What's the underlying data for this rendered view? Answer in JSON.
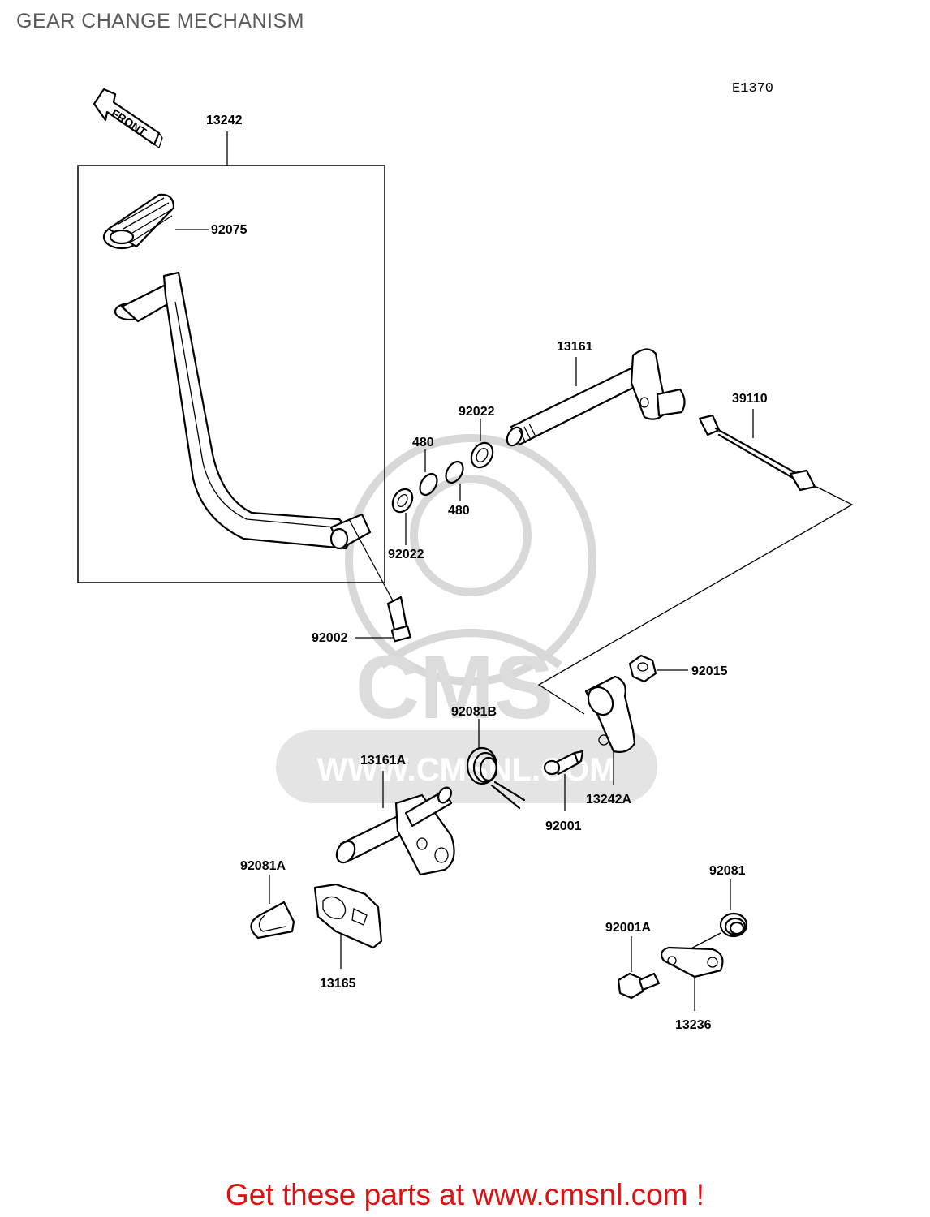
{
  "title": "GEAR CHANGE MECHANISM",
  "diagram_code": "E1370",
  "front_marker": "FRONT",
  "watermark": {
    "logo_text": "CMS",
    "url_text": "WWW.CMSNL.COM"
  },
  "parts": [
    {
      "id": "13242",
      "label": "13242"
    },
    {
      "id": "92075",
      "label": "92075"
    },
    {
      "id": "13161",
      "label": "13161"
    },
    {
      "id": "92022a",
      "label": "92022"
    },
    {
      "id": "480a",
      "label": "480"
    },
    {
      "id": "480b",
      "label": "480"
    },
    {
      "id": "92022b",
      "label": "92022"
    },
    {
      "id": "39110",
      "label": "39110"
    },
    {
      "id": "92002",
      "label": "92002"
    },
    {
      "id": "92015",
      "label": "92015"
    },
    {
      "id": "92081B",
      "label": "92081B"
    },
    {
      "id": "13161A",
      "label": "13161A"
    },
    {
      "id": "13242A",
      "label": "13242A"
    },
    {
      "id": "92001",
      "label": "92001"
    },
    {
      "id": "92081A",
      "label": "92081A"
    },
    {
      "id": "92081",
      "label": "92081"
    },
    {
      "id": "92001A",
      "label": "92001A"
    },
    {
      "id": "13165",
      "label": "13165"
    },
    {
      "id": "13236",
      "label": "13236"
    }
  ],
  "promo_text": "Get these parts at www.cmsnl.com !"
}
